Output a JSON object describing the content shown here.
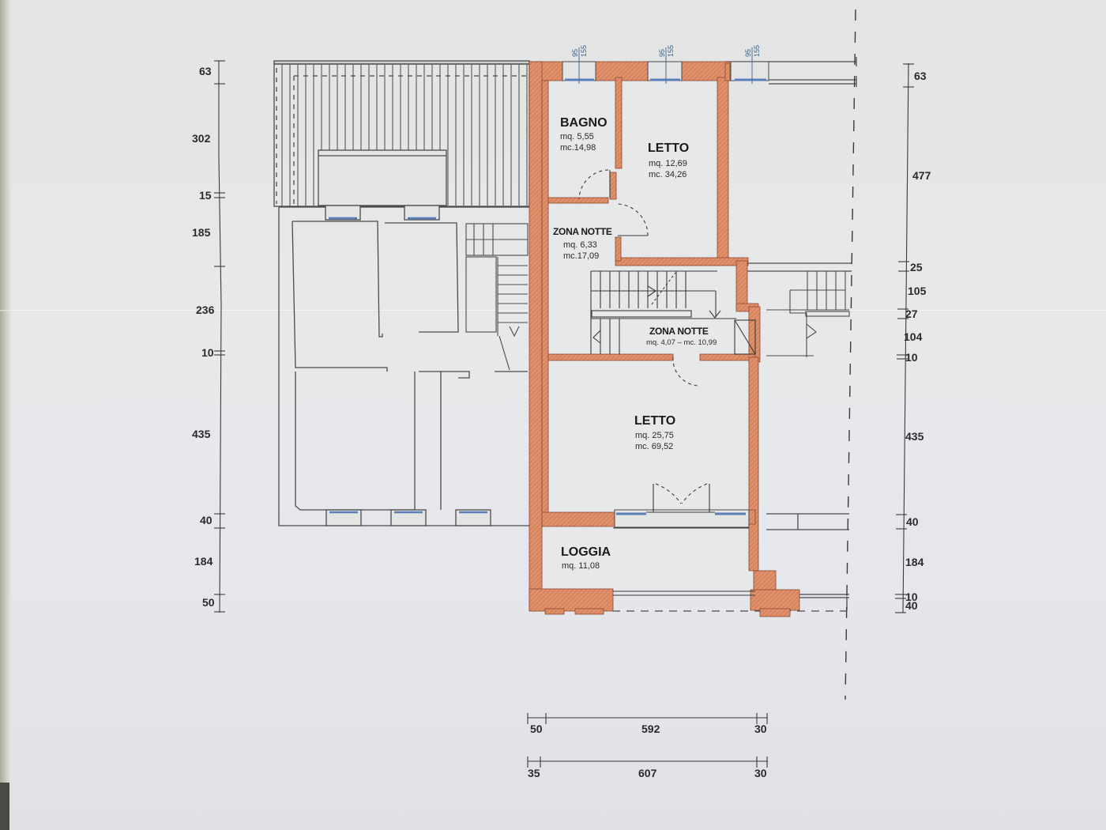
{
  "plan": {
    "colors": {
      "wall_fill": "#e0906a",
      "wall_hatch": "#c9744f",
      "line": "#3a3a3a",
      "window_glass": "#5a7fb8",
      "paper": "#e4e6e8"
    },
    "rooms": [
      {
        "id": "bagno",
        "name": "BAGNO",
        "mq": "mq.  5,55",
        "mc": "mc.14,98"
      },
      {
        "id": "letto-1",
        "name": "LETTO",
        "mq": "mq.  12,69",
        "mc": "mc.  34,26"
      },
      {
        "id": "zona-notte-1",
        "name": "ZONA NOTTE",
        "mq": "mq.  6,33",
        "mc": "mc.17,09"
      },
      {
        "id": "zona-notte-2",
        "name": "ZONA NOTTE",
        "mq_mc": "mq. 4,07  –  mc. 10,99"
      },
      {
        "id": "letto-2",
        "name": "LETTO",
        "mq": "mq.  25,75",
        "mc": "mc.  69,52"
      },
      {
        "id": "loggia",
        "name": "LOGGIA",
        "mq": "mq.  11,08"
      }
    ],
    "window_labels": [
      {
        "width": "95",
        "height": "155"
      },
      {
        "width": "95",
        "height": "155"
      },
      {
        "width": "95",
        "height": "155"
      }
    ],
    "dimensions": {
      "left": [
        "63",
        "302",
        "15",
        "185",
        "236",
        "10",
        "435",
        "40",
        "184",
        "50"
      ],
      "right": [
        "63",
        "477",
        "25",
        "105",
        "27",
        "104",
        "10",
        "435",
        "40",
        "184",
        "10",
        "40"
      ],
      "bottom_row1": [
        "50",
        "592",
        "30"
      ],
      "bottom_row2": [
        "35",
        "607",
        "30"
      ]
    }
  }
}
